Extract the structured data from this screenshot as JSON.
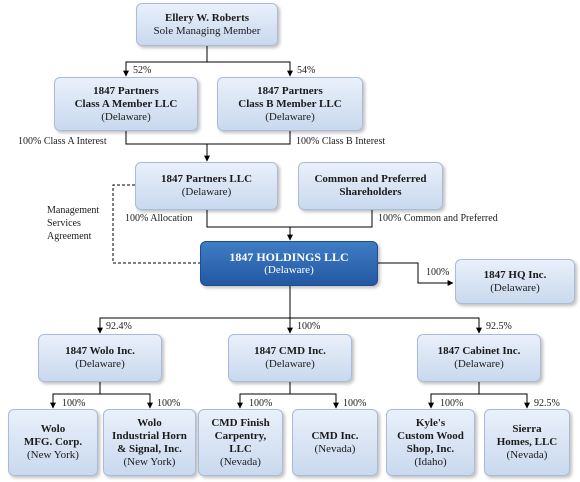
{
  "entities": {
    "roberts": {
      "name": "Ellery W. Roberts",
      "sub": "Sole Managing Member"
    },
    "class_a": {
      "name1": "1847 Partners",
      "name2": "Class A Member LLC",
      "sub": "(Delaware)"
    },
    "class_b": {
      "name1": "1847 Partners",
      "name2": "Class B Member LLC",
      "sub": "(Delaware)"
    },
    "partners": {
      "name": "1847 Partners LLC",
      "sub": "(Delaware)"
    },
    "shareholders": {
      "name1": "Common and Preferred",
      "name2": "Shareholders"
    },
    "holdings": {
      "name": "1847 HOLDINGS LLC",
      "sub": "(Delaware)"
    },
    "hq": {
      "name": "1847 HQ Inc.",
      "sub": "(Delaware)"
    },
    "wolo": {
      "name": "1847 Wolo Inc.",
      "sub": "(Delaware)"
    },
    "cmd": {
      "name": "1847 CMD Inc.",
      "sub": "(Delaware)"
    },
    "cabinet": {
      "name": "1847 Cabinet Inc.",
      "sub": "(Delaware)"
    },
    "wolo_mfg": {
      "name1": "Wolo",
      "name2": "MFG. Corp.",
      "sub": "(New York)"
    },
    "wolo_horn": {
      "name1": "Wolo",
      "name2": "Industrial Horn",
      "name3": "& Signal, Inc.",
      "sub": "(New York)"
    },
    "cmd_finish": {
      "name1": "CMD Finish",
      "name2": "Carpentry,",
      "name3": "LLC",
      "sub": "(Nevada)"
    },
    "cmd_inc": {
      "name": "CMD Inc.",
      "sub": "(Nevada)"
    },
    "kyles": {
      "name1": "Kyle's",
      "name2": "Custom Wood",
      "name3": "Shop, Inc.",
      "sub": "(Idaho)"
    },
    "sierra": {
      "name1": "Sierra",
      "name2": "Homes, LLC",
      "sub": "(Nevada)"
    }
  },
  "labels": {
    "pct_class_a": "52%",
    "pct_class_b": "54%",
    "class_a_interest": "100% Class A Interest",
    "class_b_interest": "100% Class B Interest",
    "msa_line1": "Management",
    "msa_line2": "Services",
    "msa_line3": "Agreement",
    "allocation": "100% Allocation",
    "common_preferred": "100% Common and Preferred",
    "pct_hq": "100%",
    "pct_wolo": "92.4%",
    "pct_cmd": "100%",
    "pct_cabinet": "92.5%",
    "pct_wolo_mfg": "100%",
    "pct_wolo_horn": "100%",
    "pct_cmd_finish": "100%",
    "pct_cmd_inc": "100%",
    "pct_kyles": "100%",
    "pct_sierra": "92.5%"
  },
  "colors": {
    "box_fill_top": "#e9f0fa",
    "box_fill_bottom": "#c9d9ee",
    "box_border": "#a9bbd6",
    "holdings_fill": "#2f6bb5",
    "line": "#000000"
  }
}
